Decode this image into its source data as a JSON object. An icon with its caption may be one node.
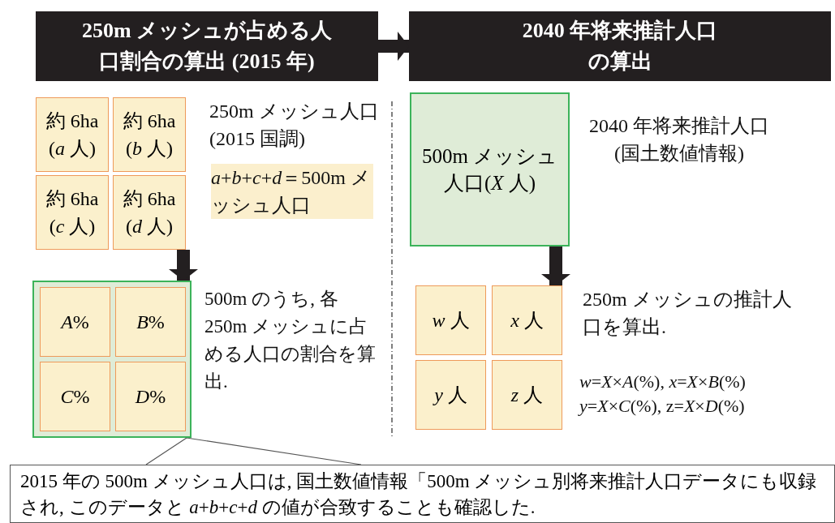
{
  "diagram": {
    "nodes": [
      {
        "text": [
          "250m メッシュが占める人口割合の算出 (2015 年)"
        ]
      },
      {
        "text": [
          "2040 年将来推計人口の算出"
        ]
      },
      {
        "text": [
          "約 6ha (*a* 人)"
        ]
      },
      {
        "text": [
          "約 6ha (*b* 人)"
        ]
      },
      {
        "text": [
          "約 6ha (*c* 人)"
        ]
      },
      {
        "text": [
          "約 6ha (*d* 人)"
        ]
      },
      {
        "text": [],
        "shape": "box"
      },
      {
        "text": [
          "*A*%"
        ],
        "in": 6
      },
      {
        "text": [
          "*B*%"
        ],
        "in": 6
      },
      {
        "text": [
          "*C*%"
        ],
        "in": 6
      },
      {
        "text": [
          "*D*%"
        ],
        "in": 6
      },
      {
        "text": [
          "500m メッシュ人口(*X* 人)"
        ]
      },
      {
        "text": [
          "*w* 人"
        ]
      },
      {
        "text": [
          "*x* 人"
        ]
      },
      {
        "text": [
          "*y* 人"
        ]
      },
      {
        "text": [
          "*z* 人"
        ]
      },
      {
        "text": [
          "2015 年の 500m メッシュ人口は, 国土数値情報「500m メッシュ別将来推計人口データにも収録され, このデータと *a*+*b*+*c*+*d* の値が合致することも確認した."
        ]
      }
    ],
    "edges": [
      {
        "from": 0,
        "to": 1,
        "arrow": "to"
      },
      {
        "from": 5,
        "to": 6,
        "arrow": "to"
      },
      {
        "from": 11,
        "to": 13,
        "arrow": "to"
      },
      {
        "from": 16,
        "to": 6,
        "arrow": "none"
      }
    ],
    "labels": [
      "250m メッシュ人口(2015 国調)",
      "*a*+*b*+*c*+*d*＝500m メッシュ人口",
      "500m のうち, 各 250m メッシュに占める人口の割合を算出.",
      "2040 年将来推計人口 (国土数値情報)",
      "250m メッシュの推計人口を算出.",
      "*w*=*X*×*A*(%), *x*=*X*×*B*(%) *y*=*X*×*C*(%), z=*X*×*D*(%)"
    ]
  }
}
